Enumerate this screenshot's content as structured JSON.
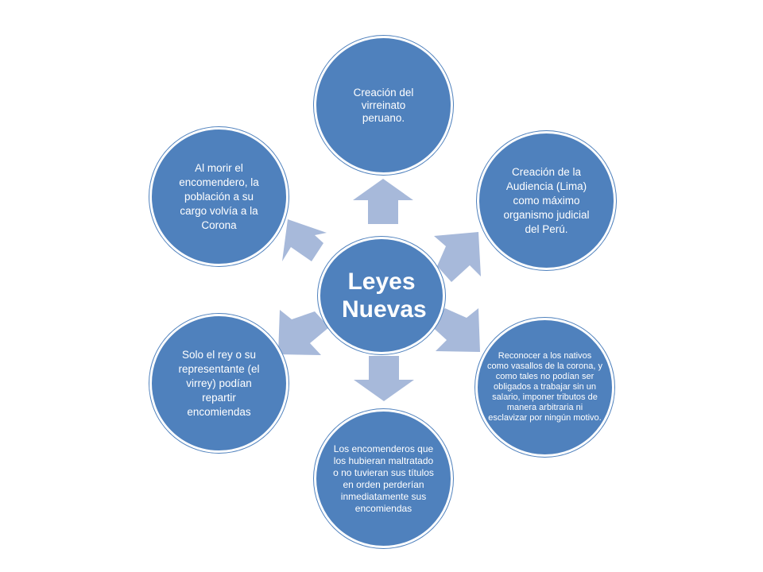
{
  "diagram": {
    "center_label": "Leyes Nuevas",
    "colors": {
      "node_fill": "#4f81bd",
      "arrow_fill": "#a7b9da",
      "text": "#ffffff"
    },
    "nodes": {
      "top": "Creación del virreinato peruano.",
      "top_right": "Creación de la Audiencia (Lima) como máximo organismo judicial del Perú.",
      "bottom_right": "Reconocer a los nativos como vasallos de la corona, y como tales no podían ser obligados a trabajar sin un salario, imponer tributos de manera arbitraria ni esclavizar por ningún motivo.",
      "bottom": "Los encomenderos que los hubieran maltratado o no tuvieran sus títulos en orden perderían inmediatamente sus encomiendas",
      "bottom_left": "Solo el rey o su representante (el virrey) podían repartir encomiendas",
      "top_left": "Al morir el encomendero, la población a su cargo volvía a la Corona"
    }
  }
}
